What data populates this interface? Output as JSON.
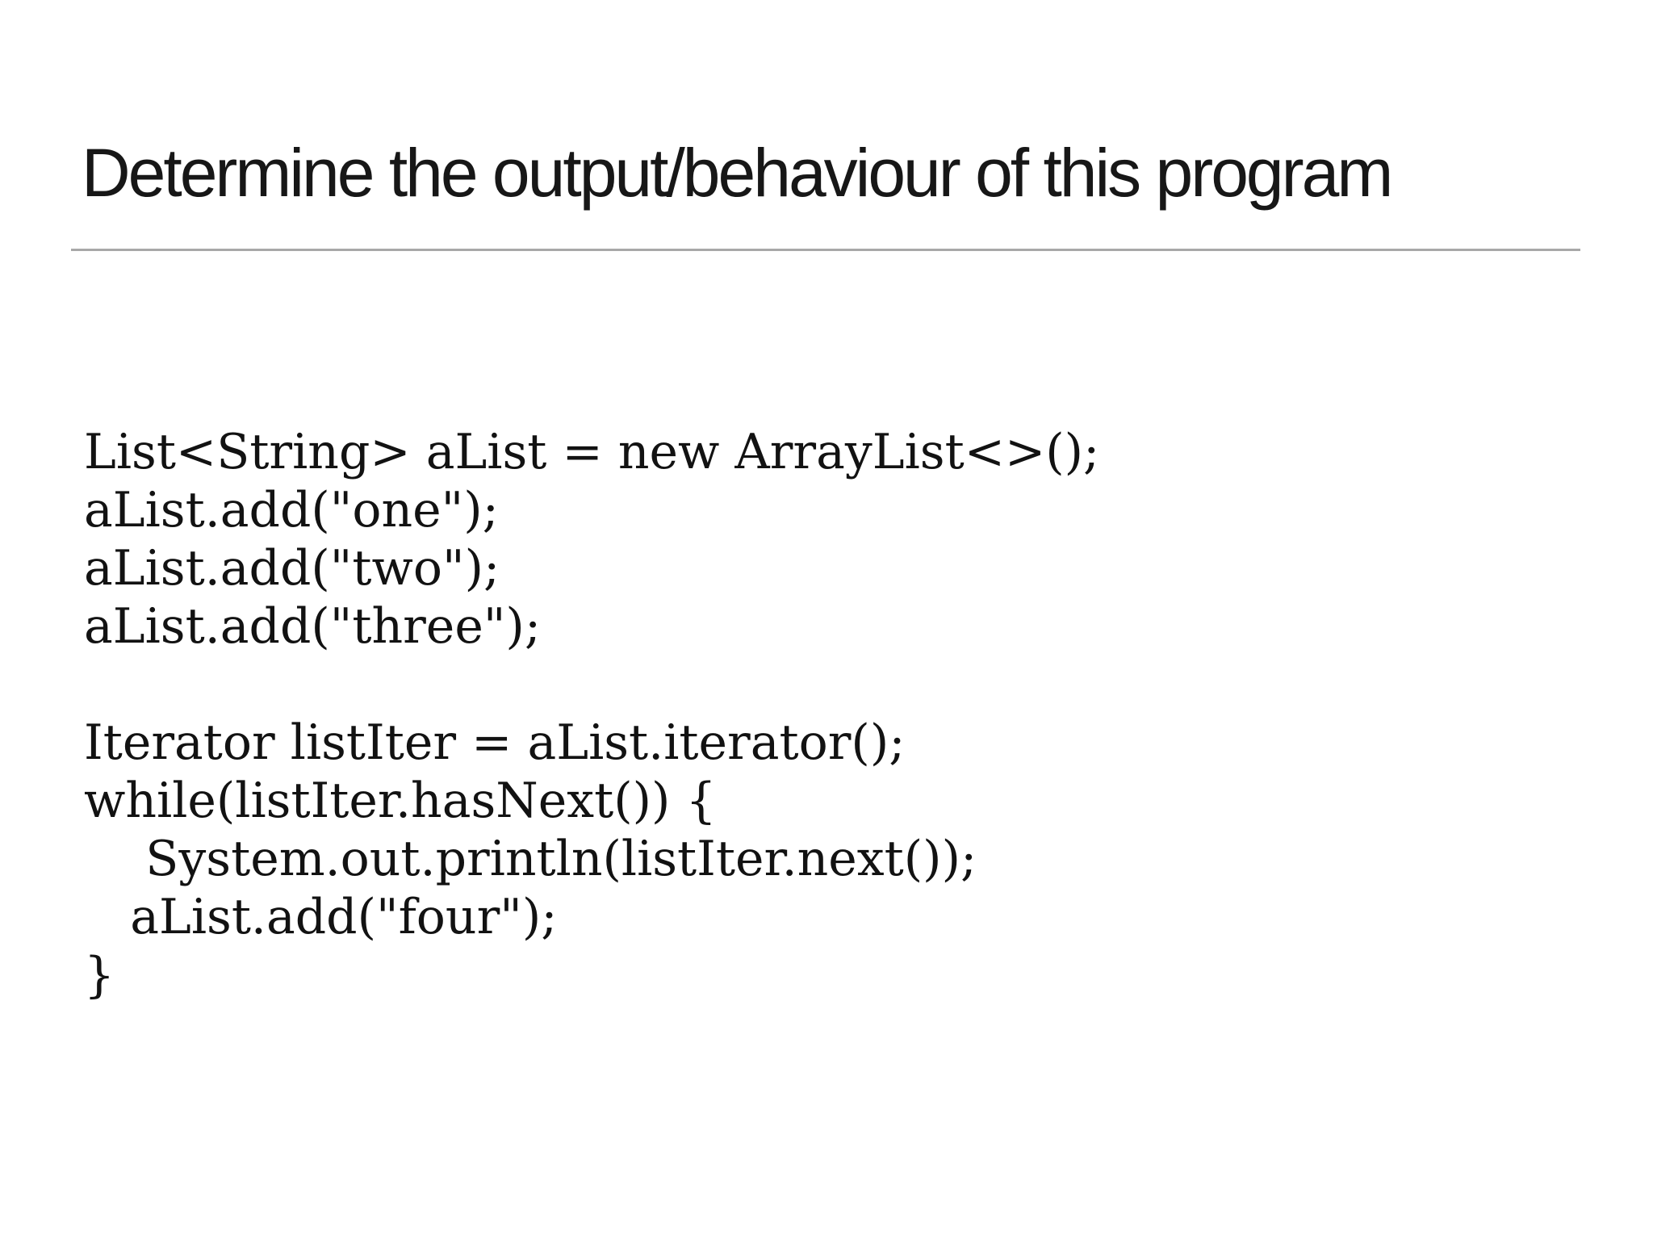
{
  "slide": {
    "title": "Determine the output/behaviour of this program",
    "colors": {
      "background": "#ffffff",
      "title_text": "#171717",
      "code_text": "#121212",
      "divider": "#a8a8a8"
    },
    "code": {
      "lines": [
        "List<String> aList = new ArrayList<>();",
        "aList.add(\"one\");",
        "aList.add(\"two\");",
        "aList.add(\"three\");",
        "",
        "Iterator listIter = aList.iterator();",
        "while(listIter.hasNext()) {",
        "    System.out.println(listIter.next());",
        "   aList.add(\"four\");",
        "}"
      ]
    }
  }
}
